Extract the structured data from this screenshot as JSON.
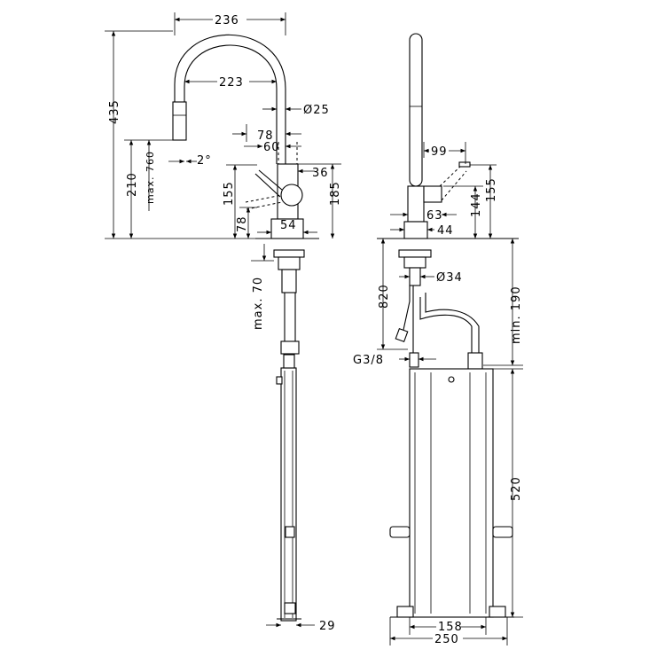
{
  "front_view": {
    "dimensions": {
      "width_total": "236",
      "spout_reach": "223",
      "spout_diameter": "Ø25",
      "lever_78": "78",
      "lever_60": "60",
      "angle": "2°",
      "height_total": "435",
      "spout_height": "210",
      "max_pull_out": "max. 760",
      "lever_height_155": "155",
      "lever_height_78": "78",
      "body_height_185": "185",
      "body_36": "36",
      "base_54": "54",
      "max_70": "max. 70",
      "hose_29": "29"
    }
  },
  "side_view": {
    "dimensions": {
      "lever_99": "99",
      "height_144": "144",
      "height_155": "155",
      "body_63": "63",
      "base_44": "44",
      "thread_34": "Ø34",
      "depth_820": "820",
      "min_190": "min. 190",
      "connection": "G3/8",
      "box_520": "520",
      "box_158": "158",
      "box_250": "250"
    }
  }
}
